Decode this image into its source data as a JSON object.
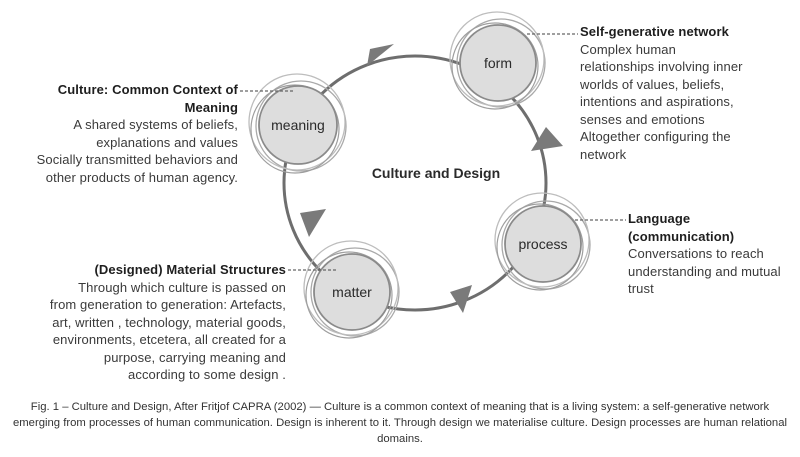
{
  "diagram": {
    "center_label": "Culture and Design",
    "nodes": {
      "form": "form",
      "meaning": "meaning",
      "process": "process",
      "matter": "matter"
    }
  },
  "annotations": {
    "culture": {
      "title": [
        "Culture: Common Context of",
        "Meaning"
      ],
      "lines": [
        "A shared systems of beliefs,",
        "explanations and values",
        "Socially transmitted behaviors and",
        "other products of human agency."
      ]
    },
    "network": {
      "title": [
        "Self-generative network"
      ],
      "lines": [
        "Complex human",
        "relationships involving inner",
        "worlds of values, beliefs,",
        "intentions and aspirations,",
        "senses and emotions",
        "Altogether configuring the",
        "network"
      ]
    },
    "language": {
      "title": [
        "Language",
        "(communication)"
      ],
      "lines": [
        "Conversations to reach",
        "understanding and mutual",
        "trust"
      ]
    },
    "material": {
      "title": [
        "(Designed) Material Structures"
      ],
      "lines": [
        "Through which culture is passed on",
        "from generation to generation: Artefacts,",
        "art, written , technology, material goods,",
        "environments, etcetera, all created for a",
        "purpose, carrying meaning and",
        "according to some design ."
      ]
    }
  },
  "caption": "Fig. 1 – Culture and Design, After Fritjof CAPRA (2002) — Culture is a common context of meaning that is a living system: a self-generative network emerging from processes of human communication. Design is inherent to it. Through design we materialise culture. Design processes are human relational domains."
}
